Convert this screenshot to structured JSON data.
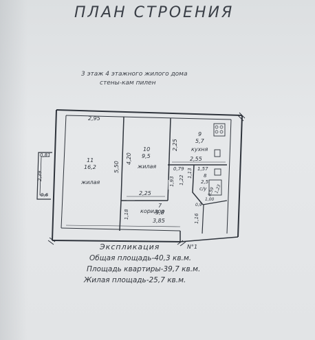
{
  "title": "ПЛАН СТРОЕНИЯ",
  "subtitle_line1": "3 этаж 4 этажного жилого дома",
  "subtitle_line2": "стены-кам пилен",
  "rooms": [
    {
      "number": "11",
      "area": "16,2",
      "name": "жилая"
    },
    {
      "number": "10",
      "area": "9,5",
      "name": "жилая"
    },
    {
      "number": "9",
      "area": "5,7",
      "name": "кухня"
    },
    {
      "number": "8",
      "area": "2,5",
      "name": "с/у"
    },
    {
      "number": "7",
      "area": "5,8",
      "name": "коридор"
    }
  ],
  "dimensions": {
    "d_295": "2,95",
    "d_420": "4,20",
    "d_550": "5,50",
    "d_225_top": "2,25",
    "d_255": "2,55",
    "d_079": "0,79",
    "d_157": "1,57",
    "d_225_bottom": "2,25",
    "d_193": "1,93",
    "d_122": "1,22",
    "d_113": "1,13",
    "d_385": "3,85",
    "d_118": "1,18",
    "d_081": "0,81",
    "d_239": "2,39",
    "d_06": "0,6",
    "d_116": "1,16",
    "d_100": "1,00",
    "d_09": "0,9",
    "d_123": "1,23",
    "d_059": "0,59"
  },
  "entrance_label": "N°1",
  "explication": {
    "heading": "Экспликация",
    "total_area": "Общая площадь-40,3 кв.м.",
    "apartment_area": "Площадь квартиры-39,7 кв.м.",
    "living_area": "Жилая площадь-25,7 кв.м."
  }
}
